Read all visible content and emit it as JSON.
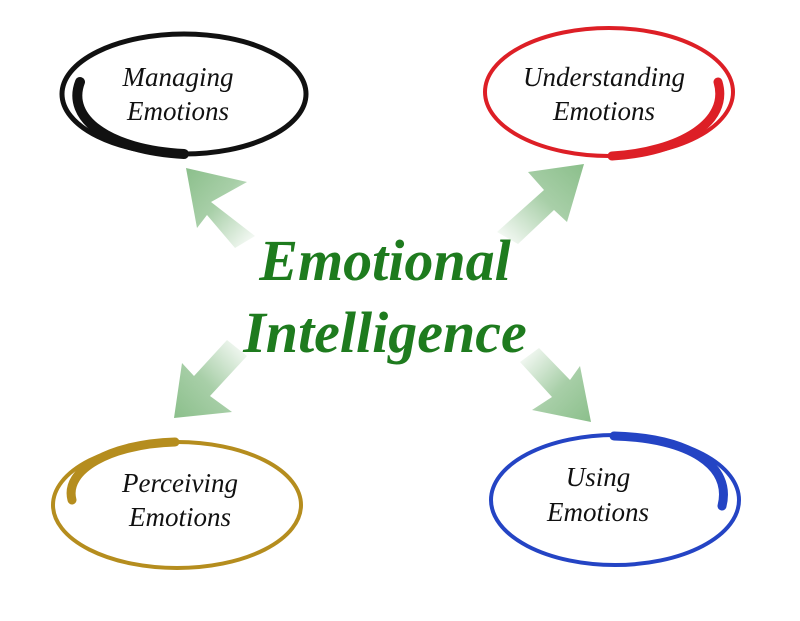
{
  "center": {
    "line1": "Emotional",
    "line2": "Intelligence",
    "color": "#1e7b1e"
  },
  "nodes": [
    {
      "id": "managing",
      "line1": "Managing",
      "line2": "Emotions",
      "color": "#111111"
    },
    {
      "id": "understanding",
      "line1": "Understanding",
      "line2": "Emotions",
      "color": "#dd1f26"
    },
    {
      "id": "perceiving",
      "line1": "Perceiving",
      "line2": "Emotions",
      "color": "#b58d1e"
    },
    {
      "id": "using",
      "line1": "Using",
      "line2": "Emotions",
      "color": "#2444c4"
    }
  ],
  "arrow_color": "#8bbf8b"
}
